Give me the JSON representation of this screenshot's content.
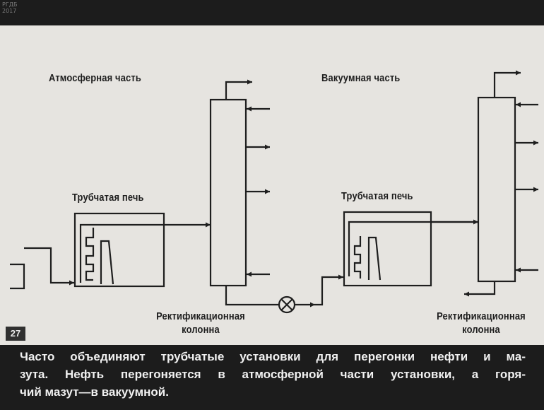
{
  "watermark": "РГДБ\n2017",
  "frame_number": "27",
  "labels": {
    "atmospheric_part": "Атмосферная часть",
    "vacuum_part": "Вакуумная часть",
    "furnace_left": "Трубчатая печь",
    "furnace_right": "Трубчатая печь",
    "column_left": "Ректификационная\nколонна",
    "column_right": "Ректификационная\nколонна"
  },
  "caption": {
    "line1": "Часто объединяют трубчатые установки для перегонки нефти и ма-",
    "line2": "зута. Нефть перегоняется в атмосферной части установки, а горя-",
    "line3": "чий мазут—в вакуумной."
  },
  "colors": {
    "background": "#e6e4e0",
    "ink": "#1e1e1e",
    "frame": "#1c1c1c",
    "caption_text": "#f0f0f0"
  }
}
